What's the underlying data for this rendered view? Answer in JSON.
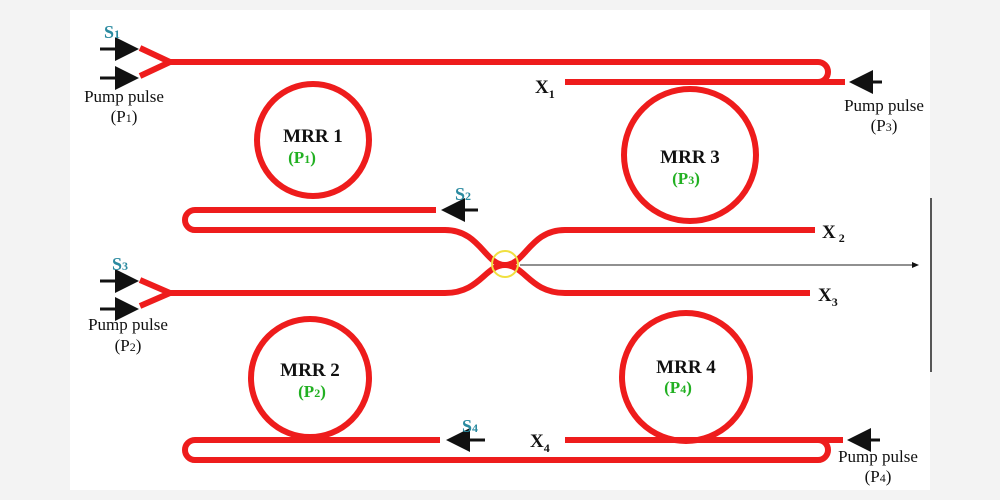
{
  "signals": {
    "s1": "S",
    "s1_sub": "1",
    "s2": "S",
    "s2_sub": "2",
    "s3": "S",
    "s3_sub": "3",
    "s4": "S",
    "s4_sub": "4"
  },
  "outputs": {
    "x1": "X",
    "x1_sub": "1",
    "x2": "X",
    "x2_sub": "2",
    "x3": "X",
    "x3_sub": "3",
    "x4": "X",
    "x4_sub": "4"
  },
  "pumps": {
    "p1": {
      "label": "Pump pulse",
      "name": "(P",
      "sub": "1",
      "close": ")"
    },
    "p2": {
      "label": "Pump pulse",
      "name": "(P",
      "sub": "2",
      "close": ")"
    },
    "p3": {
      "label": "Pump pulse",
      "name": "(P",
      "sub": "3",
      "close": ")"
    },
    "p4": {
      "label": "Pump pulse",
      "name": "(P",
      "sub": "4",
      "close": ")"
    }
  },
  "rings": [
    {
      "name": "MRR 1",
      "pump": "(P",
      "sub": "1",
      "close": ")"
    },
    {
      "name": "MRR 2",
      "pump": "(P",
      "sub": "2",
      "close": ")"
    },
    {
      "name": "MRR 3",
      "pump": "(P",
      "sub": "3",
      "close": ")"
    },
    {
      "name": "MRR 4",
      "pump": "(P",
      "sub": "4",
      "close": ")"
    }
  ],
  "colors": {
    "waveguide": "#ee1c1c",
    "signal": "#2a8aa0",
    "pump_label": "#22b022",
    "crossing": "#f0e040"
  }
}
